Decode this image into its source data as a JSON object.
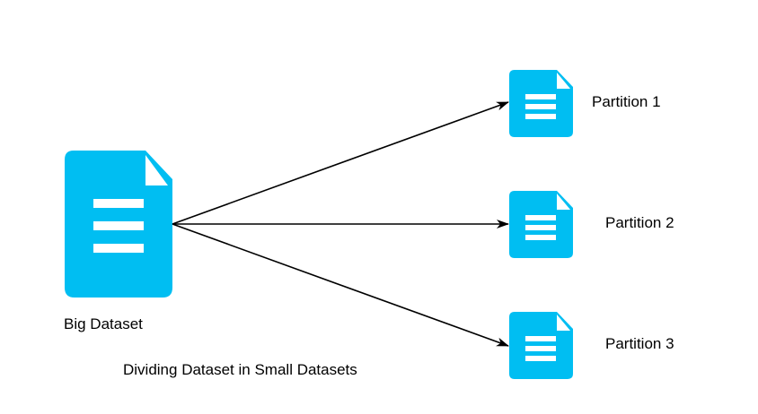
{
  "source": {
    "label": "Big Dataset",
    "icon": "document-icon",
    "color": "#00BEF2"
  },
  "partitions": [
    {
      "label": "Partition 1",
      "icon": "document-icon"
    },
    {
      "label": "Partition 2",
      "icon": "document-icon"
    },
    {
      "label": "Partition 3",
      "icon": "document-icon"
    }
  ],
  "caption": "Dividing Dataset in Small Datasets",
  "colors": {
    "icon": "#00BEF2",
    "icon_fold": "#ffffff",
    "arrow": "#000000"
  }
}
